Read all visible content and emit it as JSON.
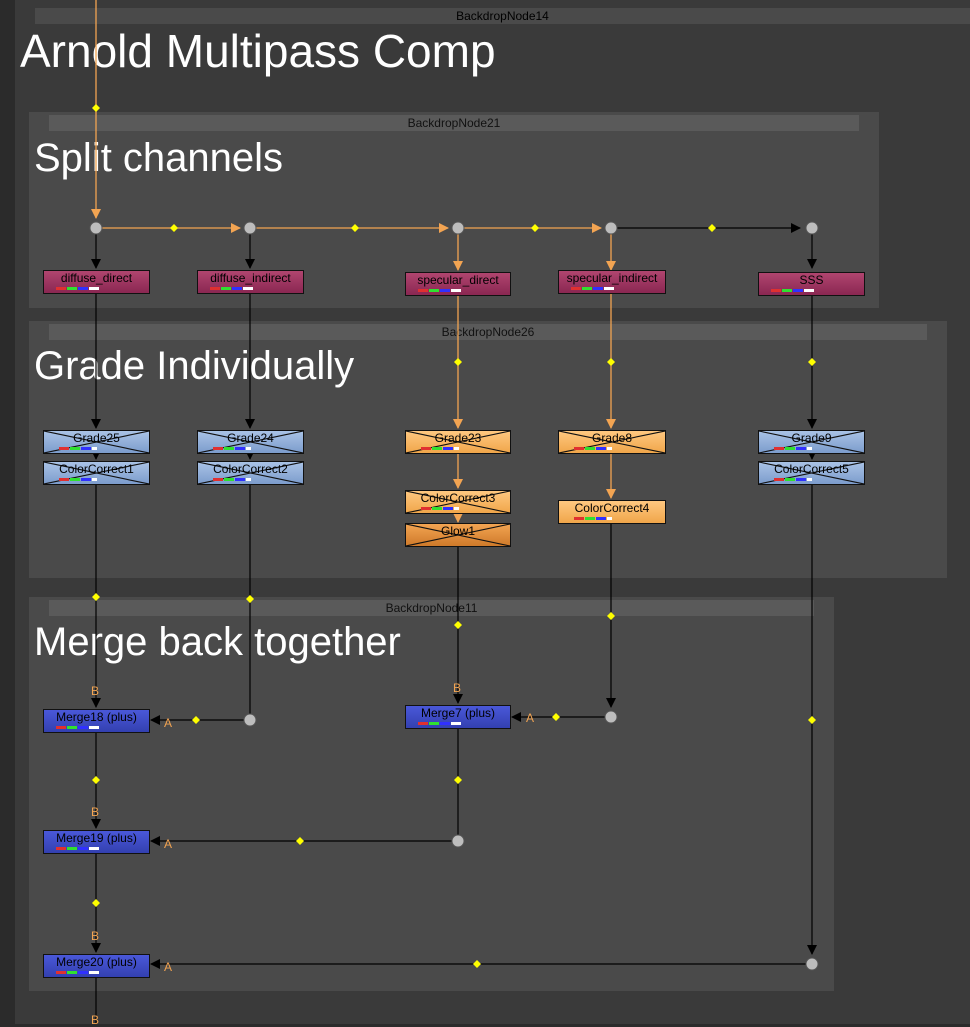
{
  "colors": {
    "canvas": "#2b2b2b",
    "backdrop_outer": "#3a3a3a",
    "backdrop_inner": "#4a4a4a",
    "wire_selected": "#f2a452",
    "wire_default": "#000000",
    "dot_marker": "#ffff00"
  },
  "backdrops": {
    "outer": {
      "name": "BackdropNode14",
      "label": "Arnold Multipass Comp"
    },
    "split": {
      "name": "BackdropNode21",
      "label": "Split channels"
    },
    "grade": {
      "name": "BackdropNode26",
      "label": "Grade Individually"
    },
    "merge": {
      "name": "BackdropNode11",
      "label": "Merge back together"
    }
  },
  "nodes": {
    "diffuse_direct": "diffuse_direct",
    "diffuse_indirect": "diffuse_indirect",
    "specular_direct": "specular_direct",
    "specular_indirect": "specular_indirect",
    "sss": "SSS",
    "grade25": "Grade25",
    "grade24": "Grade24",
    "grade23": "Grade23",
    "grade8": "Grade8",
    "grade9": "Grade9",
    "colorcorrect1": "ColorCorrect1",
    "colorcorrect2": "ColorCorrect2",
    "colorcorrect3": "ColorCorrect3",
    "colorcorrect4": "ColorCorrect4",
    "colorcorrect5": "ColorCorrect5",
    "glow1": "Glow1",
    "merge18": "Merge18 (plus)",
    "merge7": "Merge7 (plus)",
    "merge19": "Merge19 (plus)",
    "merge20": "Merge20 (plus)"
  },
  "input_labels": {
    "a": "A",
    "b": "B"
  }
}
